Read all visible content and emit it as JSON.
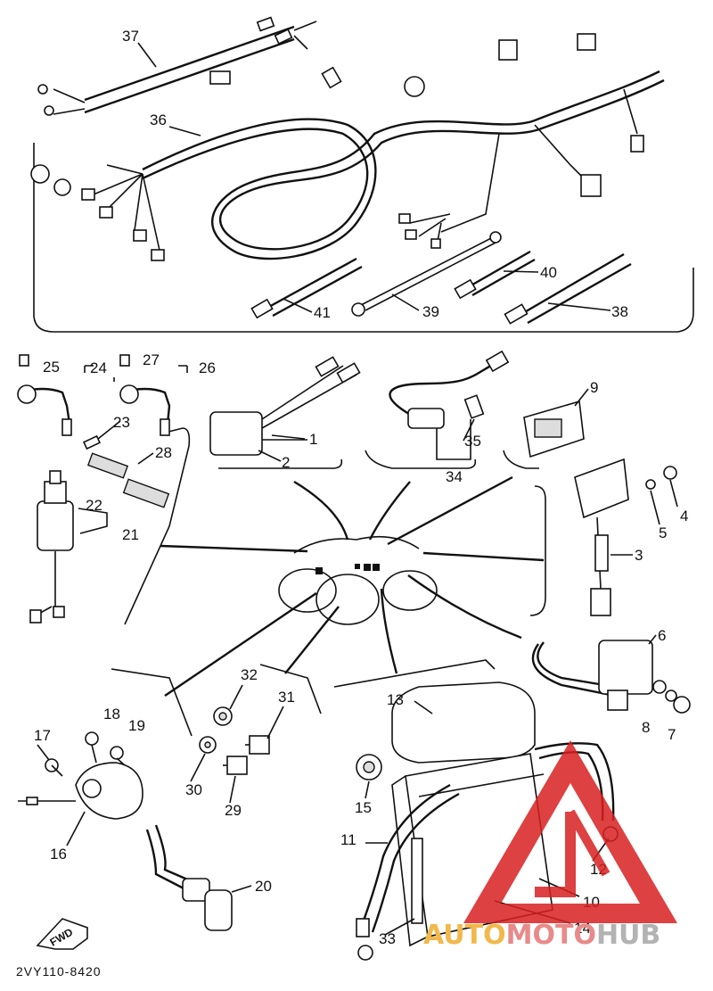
{
  "callouts": [
    "1",
    "2",
    "3",
    "4",
    "5",
    "6",
    "7",
    "8",
    "9",
    "10",
    "11",
    "12",
    "13",
    "14",
    "15",
    "16",
    "17",
    "18",
    "19",
    "20",
    "21",
    "22",
    "23",
    "24",
    "25",
    "26",
    "27",
    "28",
    "29",
    "30",
    "31",
    "32",
    "33",
    "34",
    "35",
    "36",
    "37",
    "38",
    "39",
    "40",
    "41"
  ],
  "diagram_code": "2VY110-8420",
  "fwd_label": "FWD",
  "watermark": {
    "prefix": "AUTO",
    "middle": "MOTO",
    "suffix": "HUB",
    "color_prefix": "#f2b84b",
    "color_middle": "#e88a8a",
    "color_suffix": "#b3b3b3",
    "logo_color": "#d92020"
  }
}
